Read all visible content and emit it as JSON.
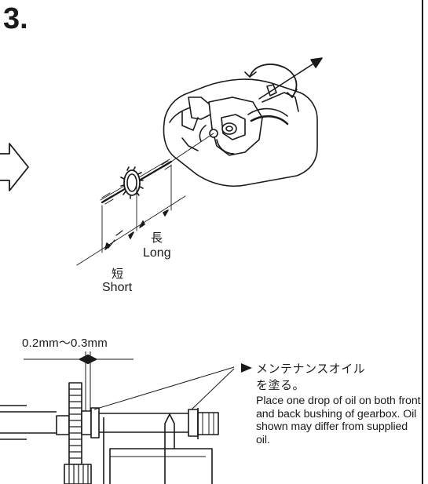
{
  "step": {
    "number": "3."
  },
  "rod_diagram": {
    "long_jp": "長",
    "long_en": "Long",
    "short_jp": "短",
    "short_en": "Short"
  },
  "gear_diagram": {
    "gap_label": "0.2mm〜0.3mm"
  },
  "note": {
    "jp_line1": "メンテナンスオイル",
    "jp_line2": "を塗る。",
    "en": "Place one drop of oil on both front and back bushing of gearbox. Oil shown may differ from supplied oil."
  }
}
